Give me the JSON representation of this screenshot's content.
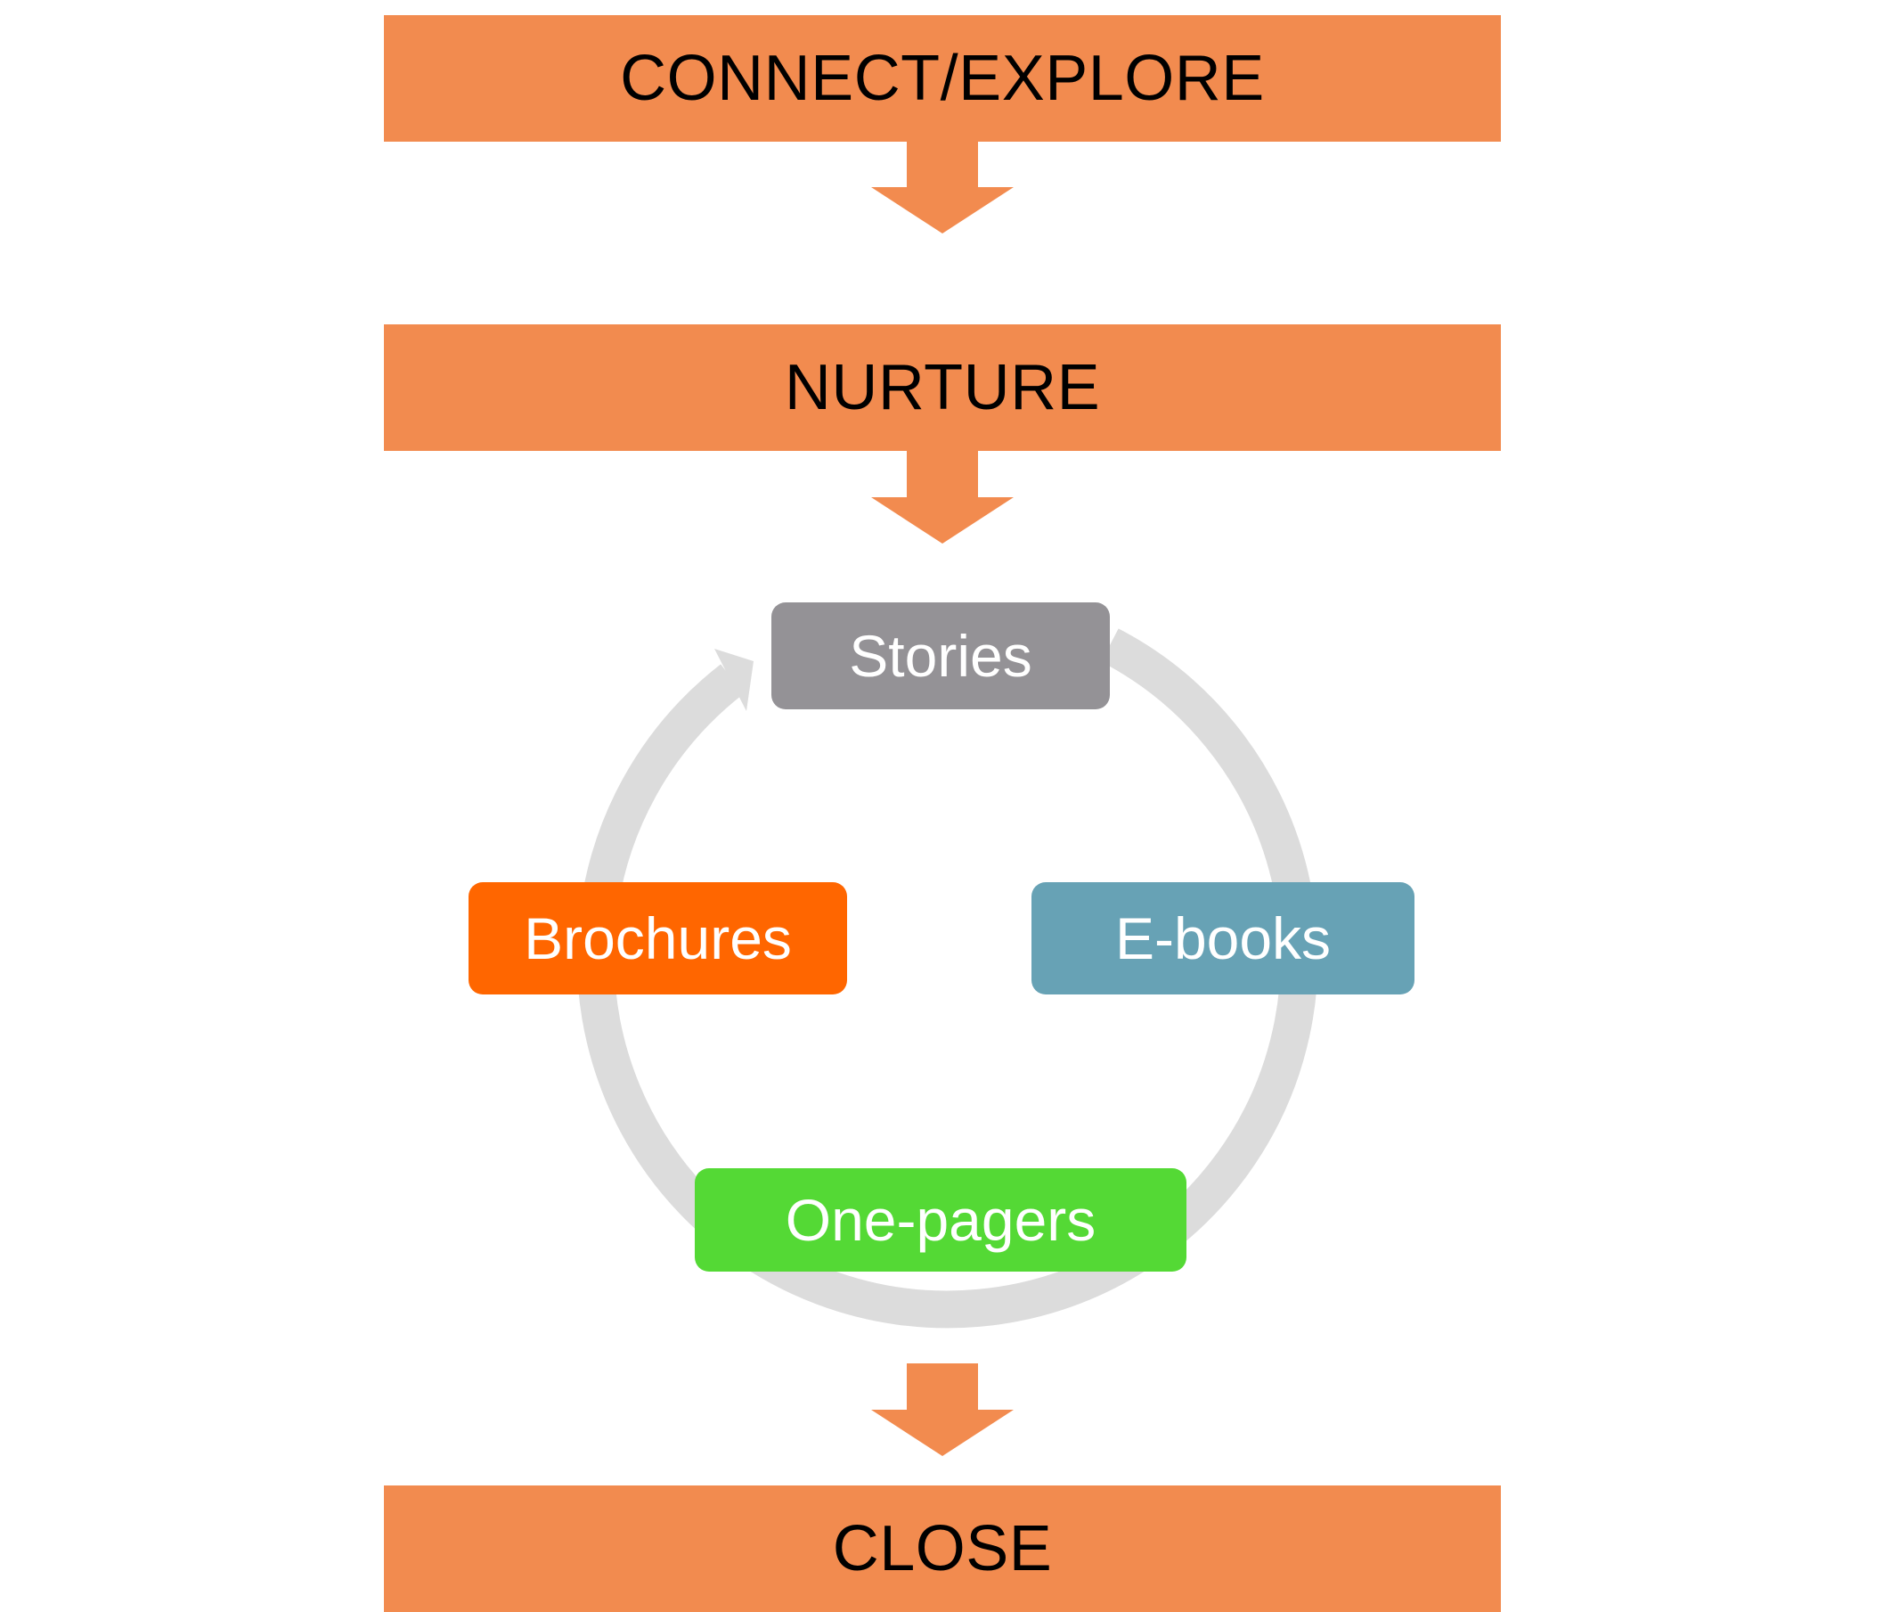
{
  "stages": {
    "connect": "CONNECT/EXPLORE",
    "nurture": "NURTURE",
    "close": "CLOSE"
  },
  "cycle": {
    "nodes": {
      "stories": "Stories",
      "ebooks": "E-books",
      "onepagers": "One-pagers",
      "brochures": "Brochures"
    }
  },
  "colors": {
    "stage_bar": "#f28b4f",
    "cycle_ring": "#dcdcdc",
    "stories": "#949296",
    "ebooks": "#67a2b5",
    "onepagers": "#54d935",
    "brochures": "#ff6600",
    "node_text": "#ffffff",
    "stage_text": "#000000"
  }
}
